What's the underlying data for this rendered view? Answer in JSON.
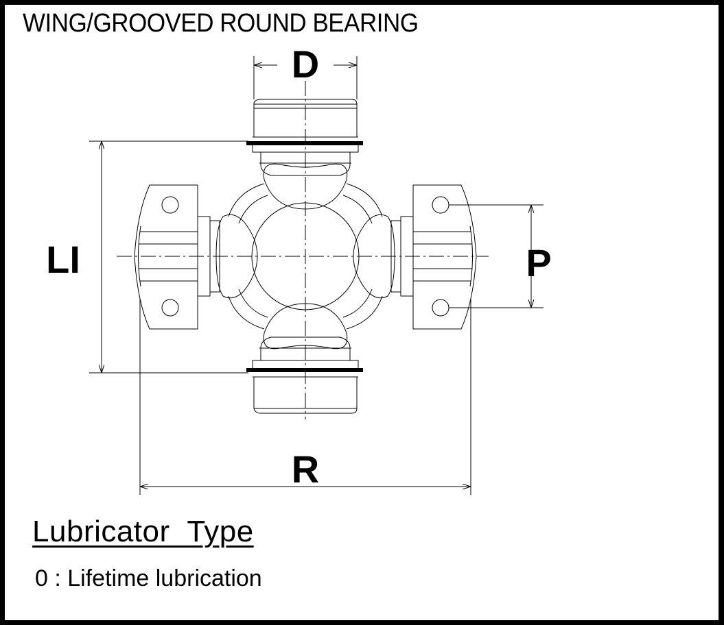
{
  "title": "WING/GROOVED ROUND BEARING",
  "dimensions": {
    "d": "D",
    "li": "LI",
    "p": "P",
    "r": "R"
  },
  "lubricator": {
    "heading": "Lubricator  Type",
    "items": [
      "0 : Lifetime lubrication"
    ]
  }
}
